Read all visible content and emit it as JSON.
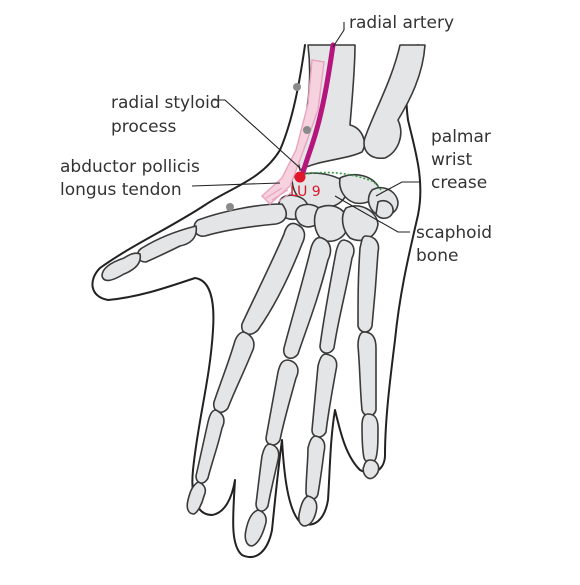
{
  "labels": {
    "radial_artery": "radial artery",
    "radial_styloid": [
      "radial styloid",
      "process"
    ],
    "abductor": [
      "abductor pollicis",
      "longus tendon"
    ],
    "palmar_crease": [
      "palmar",
      "wrist",
      "crease"
    ],
    "scaphoid": [
      "scaphoid",
      "bone"
    ],
    "point": "LU 9"
  },
  "colors": {
    "artery": "#b5157c",
    "tendon": "#e9a3bf",
    "point": "#e0162b",
    "crease": "#3a9a48",
    "bone_fill": "#e4e5e7",
    "outline": "#222222",
    "text": "#333333",
    "marker_dot": "#8a8a8a"
  }
}
